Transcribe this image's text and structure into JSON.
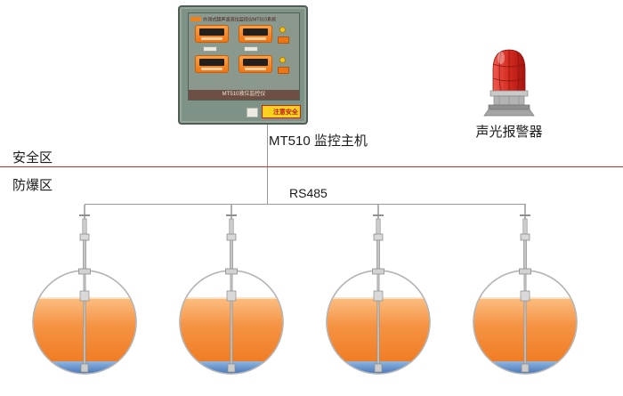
{
  "monitor": {
    "label": "MT510 监控主机",
    "screen_title": "外测式超声波液位监控仪MT510系统",
    "screen_footer": "MT510液位监控仪",
    "warning_icon": "⚡",
    "warning_text": "注意安全",
    "accent_orange": "#ee7514",
    "bezel_color": "#7f9287"
  },
  "alarm": {
    "label": "声光报警器",
    "dome_color": "#d42a20"
  },
  "zones": {
    "safe_label": "安全区",
    "hazard_label": "防爆区",
    "divider_color": "#c9302c"
  },
  "bus": {
    "label": "RS485",
    "line_color": "#9a9a9a"
  },
  "tanks": {
    "count": 4,
    "liquid_color": "#ee7214",
    "bottom_liquid_color": "#4a79b8",
    "shell_outline": "#b5b5b5"
  }
}
